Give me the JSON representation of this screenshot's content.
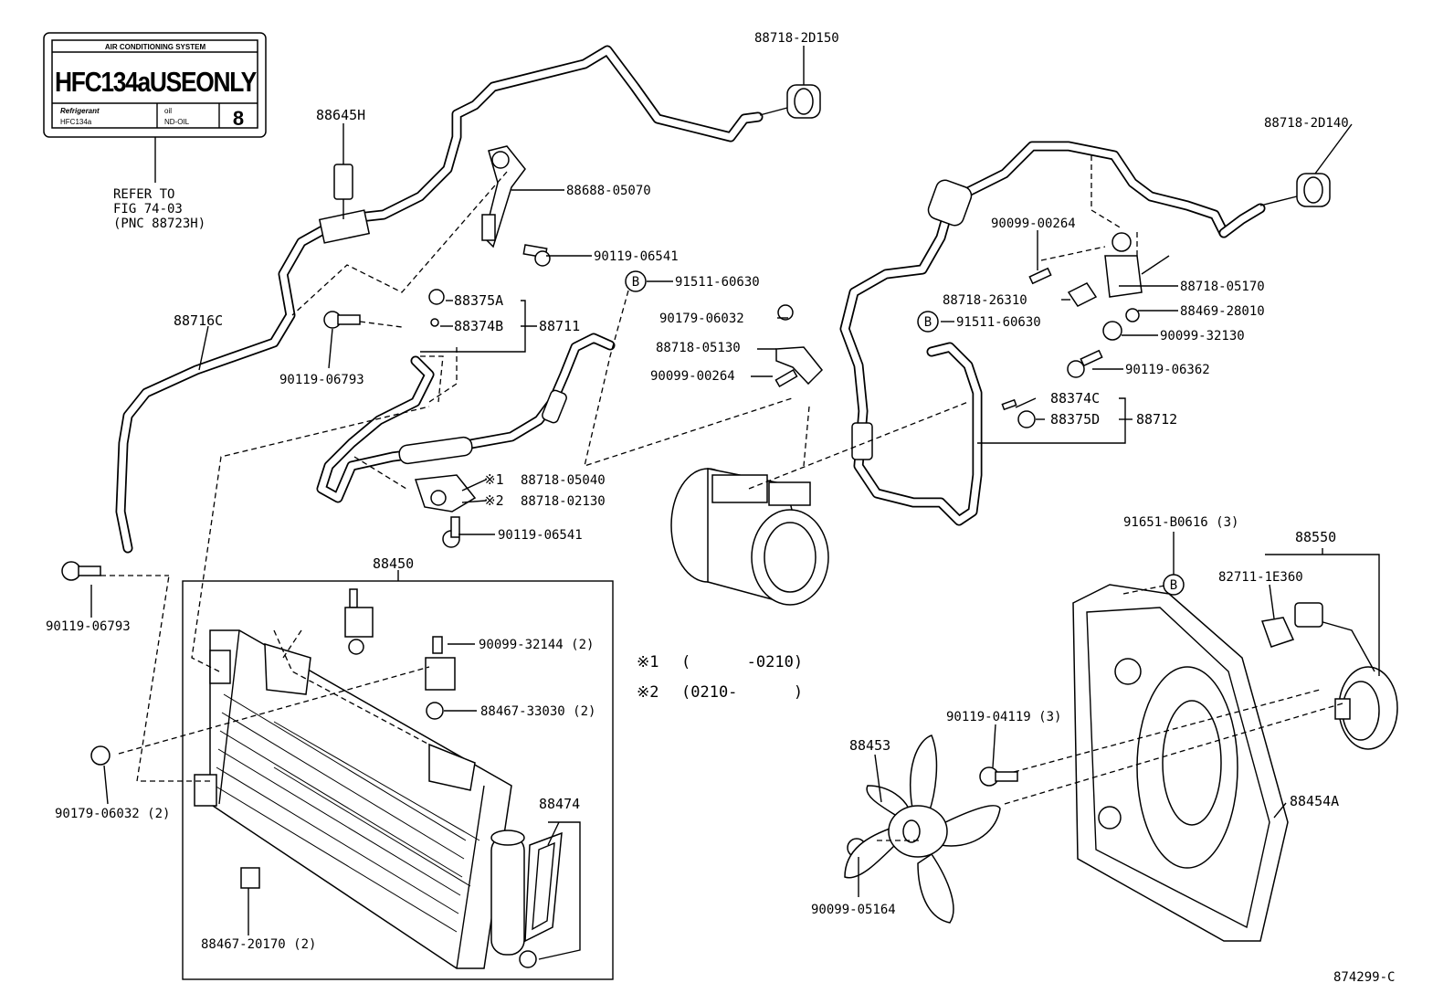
{
  "label": {
    "header": "AIR CONDITIONING SYSTEM",
    "main": "HFC134aUSEONLY",
    "refrigerant_caption": "Refrigerant",
    "refrigerant_value": "HFC134a",
    "oil_caption": "oil",
    "oil_value": "ND-OIL",
    "oil_number": "8"
  },
  "note": {
    "line1": "REFER TO",
    "line2": "FIG 74-03",
    "line3": "(PNC 88723H)"
  },
  "parts": {
    "p_88718_2D150": "88718-2D150",
    "p_88645H": "88645H",
    "p_88688_05070": "88688-05070",
    "p_90119_06541_a": "90119-06541",
    "p_91511_60630_a": "91511-60630",
    "p_88716C": "88716C",
    "p_88375A": "88375A",
    "p_88374B": "88374B",
    "p_88711": "88711",
    "p_90119_06793_a": "90119-06793",
    "p_90179_06032_a": "90179-06032",
    "p_88718_05130": "88718-05130",
    "p_90099_00264_a": "90099-00264",
    "p_88718_05040": "88718-05040",
    "p_88718_02130": "88718-02130",
    "p_90119_06541_b": "90119-06541",
    "p_88718_2D140": "88718-2D140",
    "p_90099_00264_b": "90099-00264",
    "p_88718_05170": "88718-05170",
    "p_88718_26310": "88718-26310",
    "p_88469_28010": "88469-28010",
    "p_91511_60630_b": "91511-60630",
    "p_90099_32130": "90099-32130",
    "p_90119_06362": "90119-06362",
    "p_88374C": "88374C",
    "p_88375D": "88375D",
    "p_88712": "88712",
    "p_90119_06793_b": "90119-06793",
    "p_88450": "88450",
    "p_90099_32144": "90099-32144 (2)",
    "p_88467_33030": "88467-33030 (2)",
    "p_90179_06032_b": "90179-06032 (2)",
    "p_88474": "88474",
    "p_88467_20170": "88467-20170 (2)",
    "p_91651_B0616": "91651-B0616 (3)",
    "p_88550": "88550",
    "p_82711_1E360": "82711-1E360",
    "p_90119_04119": "90119-04119 (3)",
    "p_88453": "88453",
    "p_88454A": "88454A",
    "p_90099_05164": "90099-05164"
  },
  "marks": {
    "m1": "※1",
    "m2": "※2",
    "b": "B"
  },
  "legend": {
    "row1_mark": "※1",
    "row1_text": "(      -0210)",
    "row2_mark": "※2",
    "row2_text": "(0210-      )"
  },
  "figure_number": "874299-C"
}
